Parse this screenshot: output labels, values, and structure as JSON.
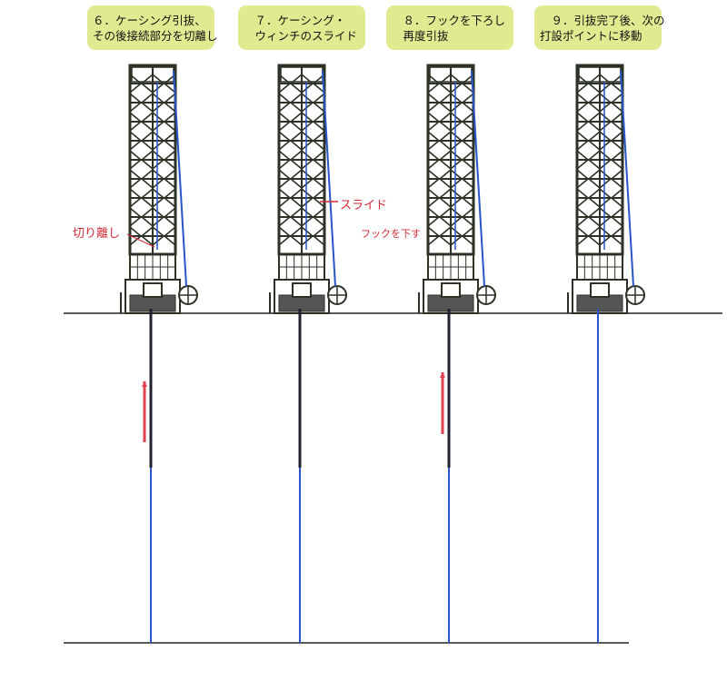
{
  "steps": [
    {
      "line1": "６．ケーシング引抜、",
      "line2": "その後接続部分を切離し"
    },
    {
      "line1": "　７．ケーシング・",
      "line2": "　ウィンチのスライド"
    },
    {
      "line1": "　８．フックを下ろし",
      "line2": "　再度引抜"
    },
    {
      "line1": "　９．引抜完了後、次の",
      "line2": "打設ポイントに移動"
    }
  ],
  "annotations": {
    "cut": "切り離し",
    "slide": "スライド",
    "hook": "フックを下す"
  },
  "colors": {
    "label_bg": "#e1e991",
    "annotation": "#d22a35",
    "wire": "#2a55c8",
    "tower": "#2c3326",
    "arrow": "#e04050"
  }
}
